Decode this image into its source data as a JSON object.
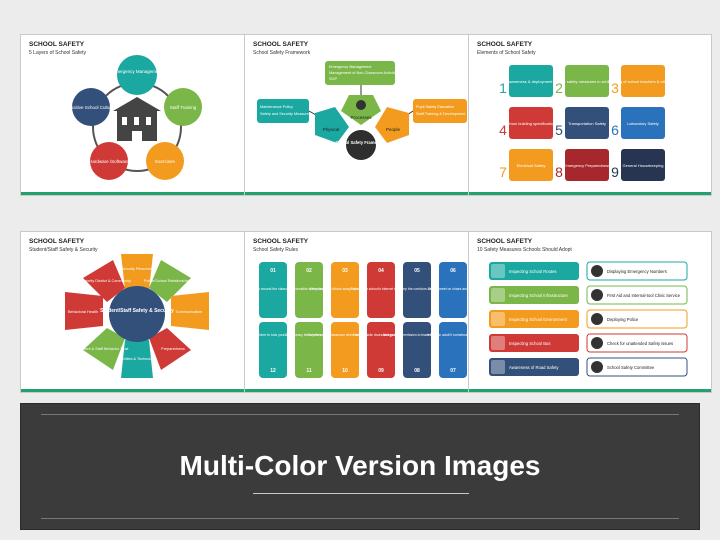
{
  "slides": [
    {
      "title": "SCHOOL SAFETY",
      "subtitle": "5 Layers of School Safety",
      "items": [
        "Emergency Management",
        "Staff Training",
        "Exercises",
        "Hardware /Software",
        "Positive School Culture"
      ]
    },
    {
      "title": "SCHOOL SAFETY",
      "subtitle": "School Safety Framework",
      "center": "School Safety Framework",
      "nodes": [
        "Physical",
        "Processes",
        "People"
      ],
      "process_box": [
        "Emergency Management",
        "Management of Non-Classroom Activities",
        "SOP"
      ],
      "physical_box": [
        "Maintenance Policy",
        "Safety and Security Measures"
      ],
      "people_box": [
        "Pupil Safety Education",
        "Staff Training & Development"
      ]
    },
    {
      "title": "SCHOOL SAFETY",
      "subtitle": "Elements of School Safety",
      "elements": [
        {
          "num": "1",
          "text": "System awareness & deployment structure"
        },
        {
          "num": "2",
          "text": "Fire safety measures in schools"
        },
        {
          "num": "3",
          "text": "Training of school teachers & other staff"
        },
        {
          "num": "4",
          "text": "School building specifications"
        },
        {
          "num": "5",
          "text": "Transportation Safety"
        },
        {
          "num": "6",
          "text": "Laboratory Safety"
        },
        {
          "num": "7",
          "text": "Electrical Safety"
        },
        {
          "num": "8",
          "text": "Emergency Preparedness"
        },
        {
          "num": "9",
          "text": "General Housekeeping"
        }
      ]
    },
    {
      "title": "SCHOOL SAFETY",
      "subtitle": "Student/Staff Safety & Security",
      "center": "Student/Staff Safety & Security",
      "petals": [
        "Security Personnel",
        "Police/School Relationship Trust",
        "Communication",
        "Preparedness",
        "Facilities & Technology",
        "Student & Staff Behavior Trust",
        "Behavioral Health",
        "Top Priority District & Community"
      ]
    },
    {
      "title": "SCHOOL SAFETY",
      "subtitle": "School Safety Rules",
      "top_rules": [
        {
          "num": "01",
          "text": "Walk around the classroom"
        },
        {
          "num": "02",
          "text": "Be sensible with scissors"
        },
        {
          "num": "03",
          "text": "Keep food and drinks away from the computers"
        },
        {
          "num": "04",
          "text": "Follow your school's internet safety rules"
        },
        {
          "num": "05",
          "text": "Keep the corridors clear"
        },
        {
          "num": "06",
          "text": "Do not meet on chairs and tables"
        }
      ],
      "bottom_rules": [
        {
          "num": "12",
          "text": "Remember to tuck your chair in"
        },
        {
          "num": "11",
          "text": "Carry heavy items with a partner"
        },
        {
          "num": "10",
          "text": "Only enter the classroom when an adult is present"
        },
        {
          "num": "09",
          "text": "Keep outside doors and gates closed"
        },
        {
          "num": "08",
          "text": "Always ask permission to leave the classroom"
        },
        {
          "num": "07",
          "text": "Inform an adult if somebody is hurt"
        }
      ]
    },
    {
      "title": "SCHOOL SAFETY",
      "subtitle": "10 Safety Measures Schools Should Adopt",
      "left": [
        "Inspecting School Routes",
        "Inspecting School Infrastructure",
        "Inspecting School Environment",
        "Inspecting School Bus",
        "Awareness of Road Safety"
      ],
      "right": [
        "Displaying Emergency Numbers",
        "First Aid and Internal-tool Clinic Service",
        "Deploying Police",
        "Check for unattended Safety issues",
        "School Safety Committee"
      ]
    }
  ],
  "banner": {
    "caption": "Multi-Color Version Images"
  },
  "colors": {
    "teal": "#1ba8a0",
    "green": "#7ab648",
    "orange": "#f39b1e",
    "red": "#cf3a36",
    "navy": "#33507a",
    "blue": "#2a72bb",
    "darkred": "#a7282c",
    "darknavy": "#273552",
    "accent": "#21a16b"
  }
}
